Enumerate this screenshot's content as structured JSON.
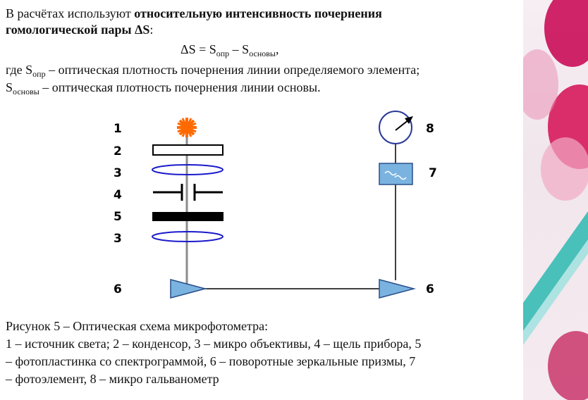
{
  "intro": {
    "line1_prefix": "В расчётах используют ",
    "line1_bold": "относительную интенсивность почернения",
    "line2_bold": "гомологической пары ΔS",
    "line2_suffix": ":"
  },
  "formula": {
    "lhs": "ΔS = S",
    "sub1": "опр",
    "mid": " – S",
    "sub2": "основы",
    "end": ","
  },
  "definitions": {
    "d1_prefix": "где S",
    "d1_sub": "опр",
    "d1_text": " – оптическая плотность почернения линии определяемого элемента;",
    "d2_prefix": "S",
    "d2_sub": "основы",
    "d2_text": " – оптическая плотность почернения линии основы."
  },
  "diagram": {
    "left_labels": [
      "1",
      "2",
      "3",
      "4",
      "5",
      "3",
      "6"
    ],
    "right_labels": [
      "8",
      "7",
      "6"
    ],
    "colors": {
      "source": "#ff6a00",
      "lens": "#1a1acc",
      "prism_fill": "#7ab3e0",
      "prism_stroke": "#2a4f8a",
      "beam": "#8c8c8c",
      "meter": "#2a3a9a"
    },
    "icons": [
      "light-source-star-icon",
      "galvanometer-icon",
      "photocell-icon",
      "prism-icon"
    ]
  },
  "caption": {
    "title": "Рисунок 5 – Оптическая схема микрофотометра:",
    "line1": "1 – источник света; 2 – конденсор, 3 – микро объективы, 4 – щель прибора, 5",
    "line2": "– фотопластинка со спектрограммой, 6 – поворотные зеркальные призмы, 7",
    "line3": "– фотоэлемент, 8 – микро гальванометр"
  }
}
